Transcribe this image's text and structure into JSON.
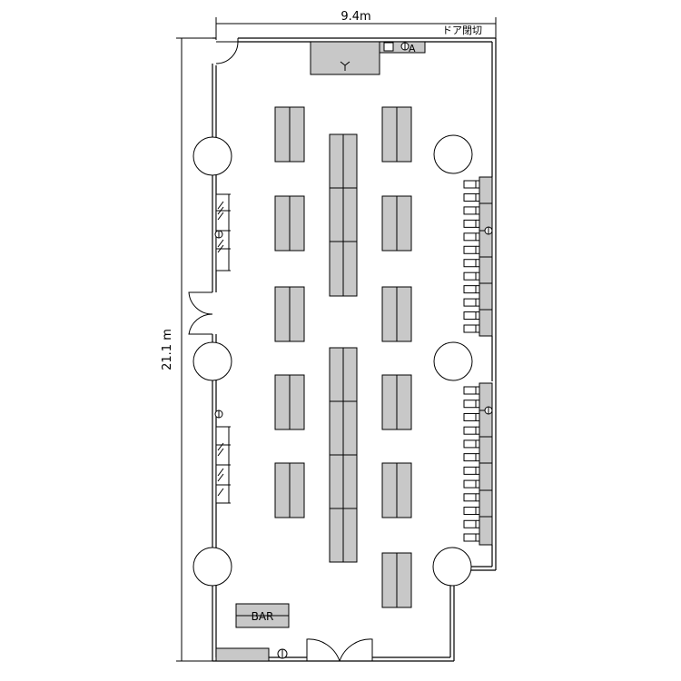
{
  "dimensions": {
    "width_label": "9.4m",
    "height_label": "21.1 m"
  },
  "labels": {
    "door_closed": "ドア閉切",
    "bar": "BAR",
    "pa_text": "A"
  },
  "colors": {
    "table_fill": "#c8c8c8",
    "wall": "#000000",
    "background": "#ffffff"
  }
}
